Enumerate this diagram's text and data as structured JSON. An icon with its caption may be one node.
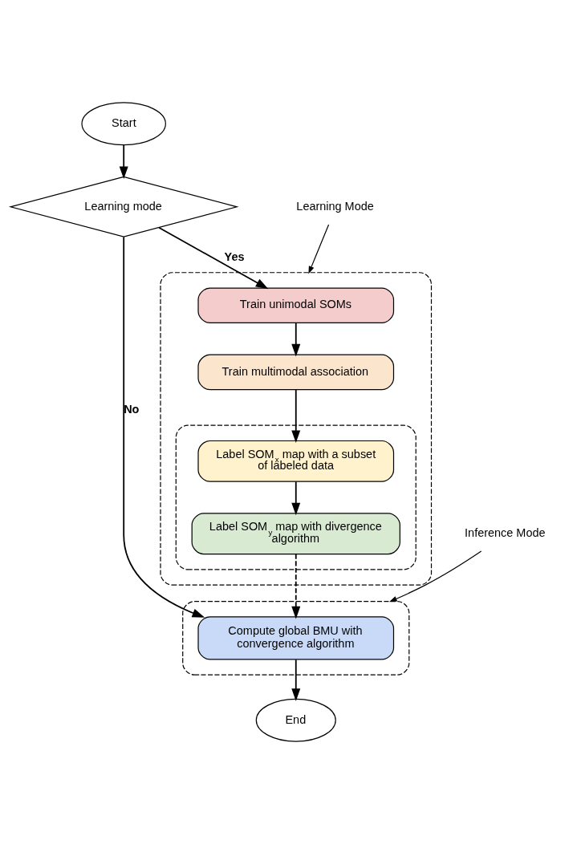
{
  "diagram": {
    "nodes": [
      {
        "text": [
          "Start"
        ]
      },
      {
        "text": [
          "Learning mode"
        ]
      },
      {
        "text": [],
        "shape": "box"
      },
      {
        "text": [
          "Train unimodal SOMs"
        ],
        "in": 2
      },
      {
        "text": [
          "Train multimodal association"
        ],
        "in": 2
      },
      {
        "text": [],
        "shape": "box",
        "in": 2
      },
      {
        "text": [
          "Label SOM$_{x}$ map with a subset of labeled data"
        ],
        "in": 5
      },
      {
        "text": [
          "Label SOM$_{y}$ map with divergence algorithm"
        ],
        "in": 5
      },
      {
        "text": [],
        "shape": "box"
      },
      {
        "text": [
          "Compute global BMU with convergence algorithm"
        ],
        "in": 8
      },
      {
        "text": [
          "End"
        ]
      },
      {
        "text": [
          "Learning Mode"
        ]
      },
      {
        "text": [
          "Inference Mode"
        ]
      }
    ],
    "edges": [
      {
        "from": 0,
        "to": 1,
        "arrow": "to"
      },
      {
        "from": 1,
        "to": 3,
        "arrow": "to",
        "label": "Yes"
      },
      {
        "from": 1,
        "to": 9,
        "arrow": "to",
        "label": "No"
      },
      {
        "from": 3,
        "to": 4,
        "arrow": "to"
      },
      {
        "from": 4,
        "to": 6,
        "arrow": "to"
      },
      {
        "from": 6,
        "to": 7,
        "arrow": "to"
      },
      {
        "from": 7,
        "to": 9,
        "arrow": "to",
        "style": "dashed"
      },
      {
        "from": 9,
        "to": 10,
        "arrow": "to"
      },
      {
        "from": 11,
        "to": 2,
        "arrow": "to"
      },
      {
        "from": 12,
        "to": 8,
        "arrow": "to"
      }
    ]
  }
}
